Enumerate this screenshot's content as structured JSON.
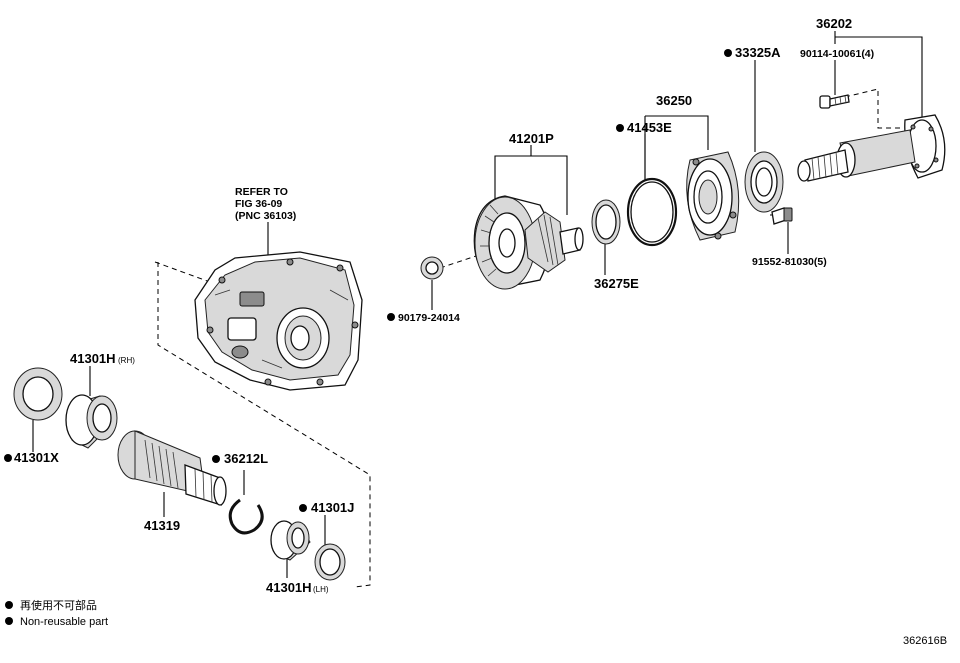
{
  "parts": {
    "p36202": "36202",
    "p33325A": "33325A",
    "p90114": "90114-10061(4)",
    "p36250": "36250",
    "p41453E": "41453E",
    "p41201P": "41201P",
    "refer_line1": "REFER TO",
    "refer_line2": "FIG 36-09",
    "refer_line3": "(PNC 36103)",
    "p36275E": "36275E",
    "p91552": "91552-81030(5)",
    "p90179": "90179-24014",
    "p41301H_rh": "41301H",
    "p41301H_rh_side": "(RH)",
    "p41301X": "41301X",
    "p36212L": "36212L",
    "p41319": "41319",
    "p41301J": "41301J",
    "p41301H_lh": "41301H",
    "p41301H_lh_side": "(LH)"
  },
  "legend": {
    "line_jp": "再使用不可部品",
    "line_en": "Non-reusable part"
  },
  "figure_ref": "362616B"
}
